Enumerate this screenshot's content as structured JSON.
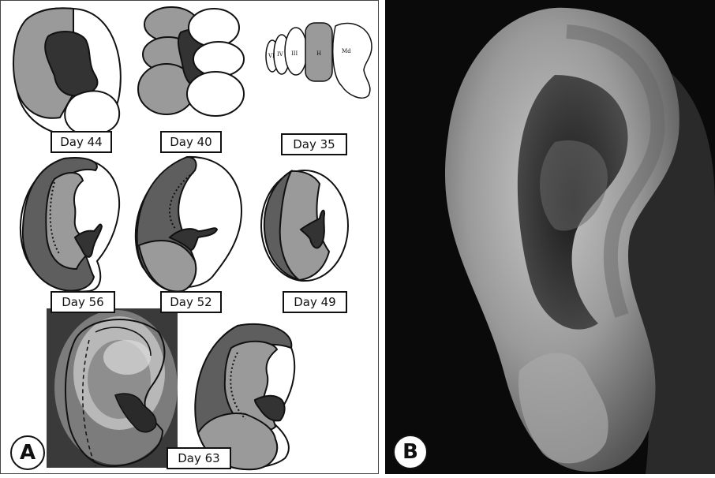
{
  "panel_a": {
    "letter": "A",
    "day_labels": [
      "Day 44",
      "Day 40",
      "Day 35",
      "Day 56",
      "Day 52",
      "Day 49",
      "Day 63"
    ],
    "hillock_labels": [
      "VI",
      "IV",
      "III",
      "H",
      "Md"
    ]
  },
  "panel_b": {
    "letter": "B"
  },
  "colors": {
    "light_gray": "#9a9a9a",
    "dark_gray": "#5e5e5e",
    "dark": "#333333",
    "outline": "#111111"
  }
}
